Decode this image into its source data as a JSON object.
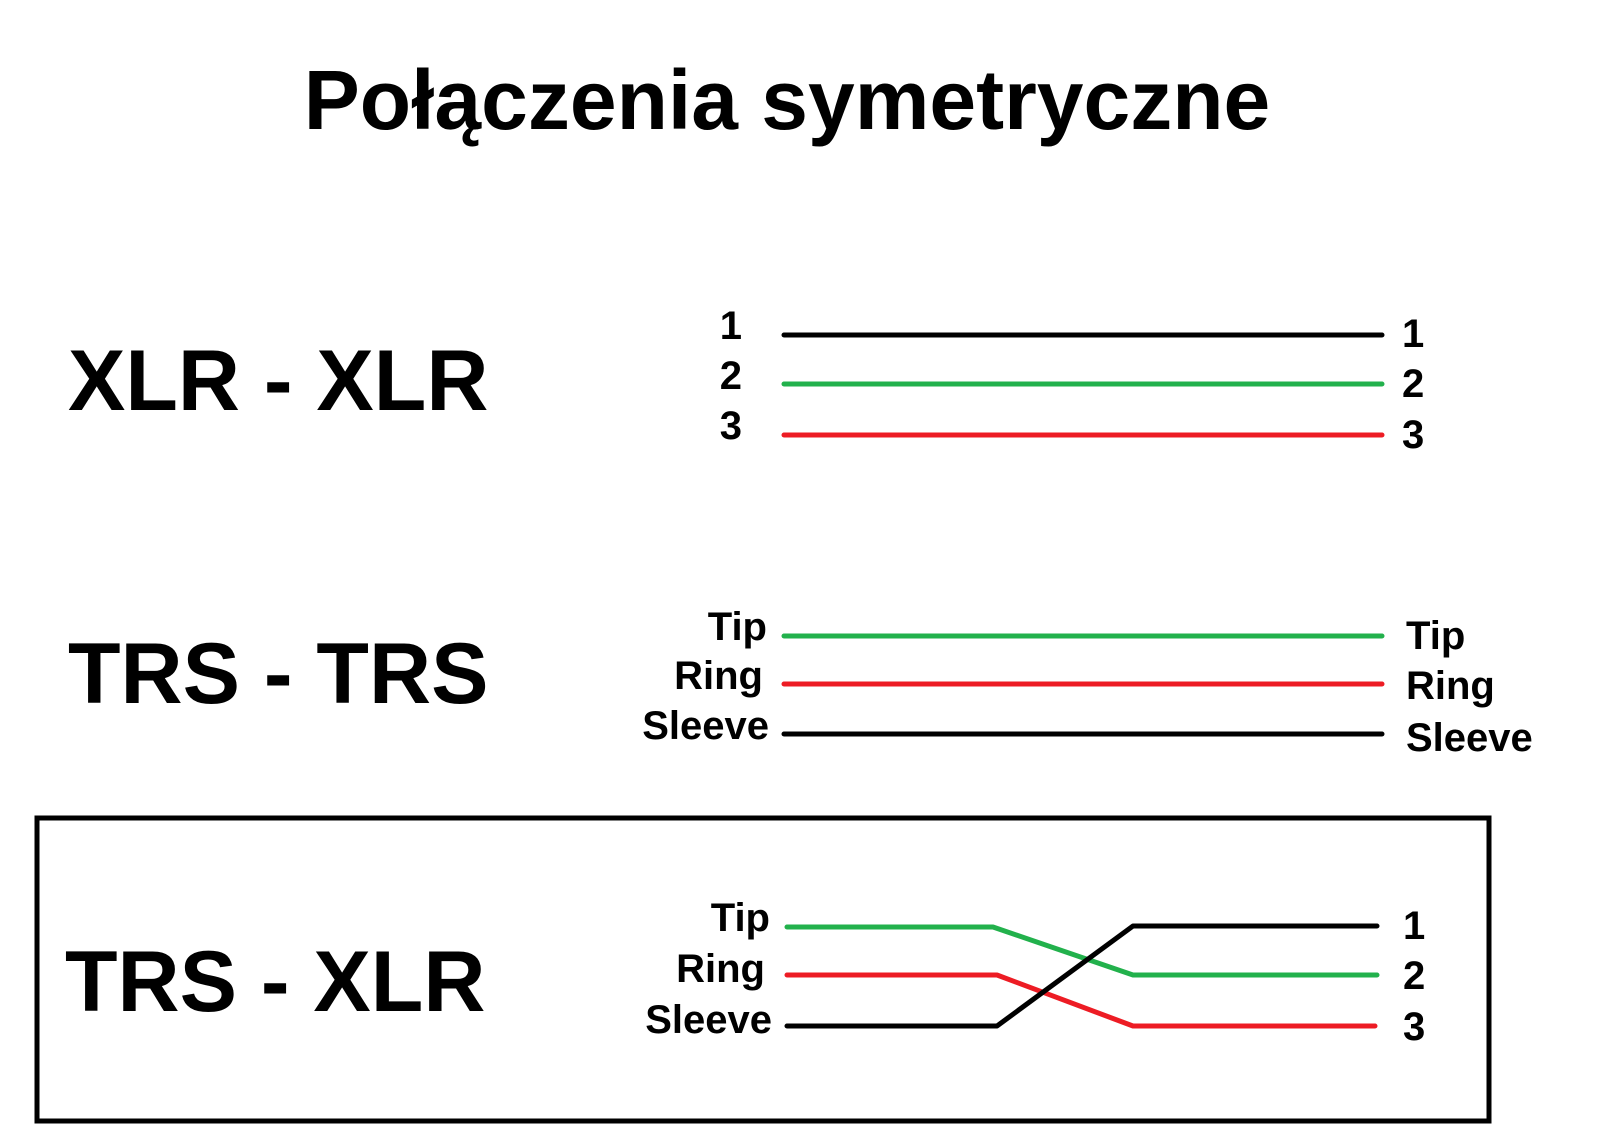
{
  "title": "Połączenia symetryczne",
  "colors": {
    "black": "#000000",
    "green": "#22b14c",
    "red": "#ed1c24",
    "background": "#ffffff"
  },
  "sections": [
    {
      "label": "XLR - XLR",
      "left_pins": [
        "1",
        "2",
        "3"
      ],
      "right_pins": [
        "1",
        "2",
        "3"
      ],
      "wires": [
        {
          "from": "1",
          "to": "1",
          "color": "#000000"
        },
        {
          "from": "2",
          "to": "2",
          "color": "#22b14c"
        },
        {
          "from": "3",
          "to": "3",
          "color": "#ed1c24"
        }
      ]
    },
    {
      "label": "TRS - TRS",
      "left_pins": [
        "Tip",
        "Ring",
        "Sleeve"
      ],
      "right_pins": [
        "Tip",
        "Ring",
        "Sleeve"
      ],
      "wires": [
        {
          "from": "Tip",
          "to": "Tip",
          "color": "#22b14c"
        },
        {
          "from": "Ring",
          "to": "Ring",
          "color": "#ed1c24"
        },
        {
          "from": "Sleeve",
          "to": "Sleeve",
          "color": "#000000"
        }
      ]
    },
    {
      "label": "TRS - XLR",
      "highlighted": true,
      "left_pins": [
        "Tip",
        "Ring",
        "Sleeve"
      ],
      "right_pins": [
        "1",
        "2",
        "3"
      ],
      "wires": [
        {
          "from": "Tip",
          "to": "2",
          "color": "#22b14c"
        },
        {
          "from": "Ring",
          "to": "3",
          "color": "#ed1c24"
        },
        {
          "from": "Sleeve",
          "to": "1",
          "color": "#000000"
        }
      ]
    }
  ]
}
